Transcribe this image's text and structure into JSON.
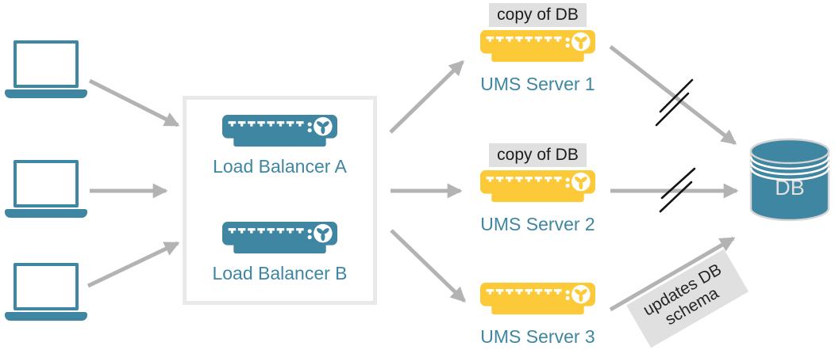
{
  "colors": {
    "teal": "#3e86a1",
    "yellow": "#fcc939",
    "arrow_gray": "#b3b3b3",
    "box_border": "#e9e9e9",
    "label_bg": "#e0e0e0",
    "label_text": "#1c1c1c",
    "slash_black": "#141414"
  },
  "clients": {
    "count": 3,
    "icon": "laptop-icon"
  },
  "load_balancers": [
    {
      "label": "Load Balancer A",
      "icon": "network-appliance-icon"
    },
    {
      "label": "Load Balancer B",
      "icon": "network-appliance-icon"
    }
  ],
  "ums_servers": [
    {
      "label": "UMS Server 1",
      "badge": "copy of DB",
      "icon": "network-appliance-icon"
    },
    {
      "label": "UMS Server 2",
      "badge": "copy of DB",
      "icon": "network-appliance-icon"
    },
    {
      "label": "UMS Server 3",
      "icon": "network-appliance-icon"
    }
  ],
  "database": {
    "label": "DB",
    "icon": "database-cylinder-icon"
  },
  "annotation": {
    "line1": "updates DB",
    "line2": "schema"
  }
}
